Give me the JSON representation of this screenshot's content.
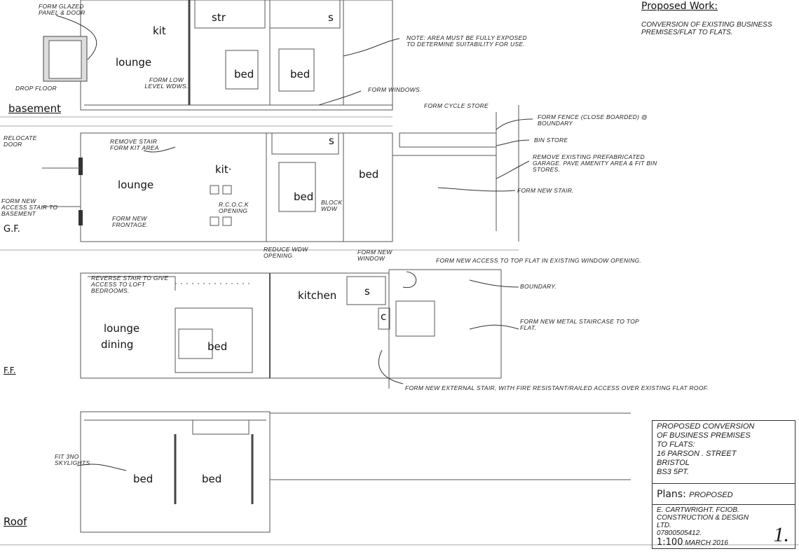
{
  "header": {
    "title": "Proposed Work:",
    "description": "Conversion of existing business premises/flat to flats."
  },
  "levels": {
    "basement": "basement",
    "ground": "G.F.",
    "first": "F.F.",
    "roof": "Roof"
  },
  "rooms": {
    "basement": [
      "kit",
      "str",
      "s",
      "lounge",
      "bed",
      "bed"
    ],
    "ground": [
      "kit·",
      "s",
      "bed",
      "lounge",
      "bed"
    ],
    "first": [
      "kitchen",
      "s",
      "c",
      "lounge",
      "dining",
      "bed"
    ],
    "roof": [
      "bed",
      "bed"
    ]
  },
  "notes": {
    "glazed_panel": "Form glazed panel & door",
    "drop_floor": "Drop floor",
    "low_level": "Form low level wdws.",
    "note_area": "Note: area must be fully exposed to determine suitability for use.",
    "form_windows": "Form windows.",
    "cycle_store": "Form cycle store",
    "fence": "Form fence (close boarded) @ boundary",
    "bin_store": "Bin store",
    "remove_garage": "Remove existing prefabricated garage. Pave amenity area & fit bin stores.",
    "new_stair": "Form new stair.",
    "relocate_door": "Relocate door",
    "remove_stair": "Remove stair form kit area",
    "rsj_opening": "R.C.O.C.K opening",
    "block_wdw": "Block wdw",
    "access_stair": "Form new access stair to basement",
    "frontage": "Form new frontage.",
    "reduce_opening": "Reduce wdw opening",
    "new_window": "Form new window",
    "top_flat_access": "Form new access to top flat in existing window opening.",
    "boundary": "Boundary.",
    "reverse_stair": "Reverse stair to give access to loft bedrooms.",
    "metal_staircase": "Form new metal staircase to top flat.",
    "external_stair": "Form new external stair, with fire resistant/railed access over existing flat roof.",
    "skylights": "Fit 3no skylights"
  },
  "title_block": {
    "project": [
      "Proposed conversion",
      "of business premises",
      "to flats:",
      "16 Parson . street",
      "Bristol",
      "BS3 5PT."
    ],
    "plans_label": "Plans:",
    "plans_value": "Proposed",
    "author": [
      "E. Cartwright. FCIOB.",
      "Construction & Design",
      "Ltd.",
      "07800505412."
    ],
    "scale": "1:100",
    "date": "March 2016",
    "sheet": "1."
  }
}
